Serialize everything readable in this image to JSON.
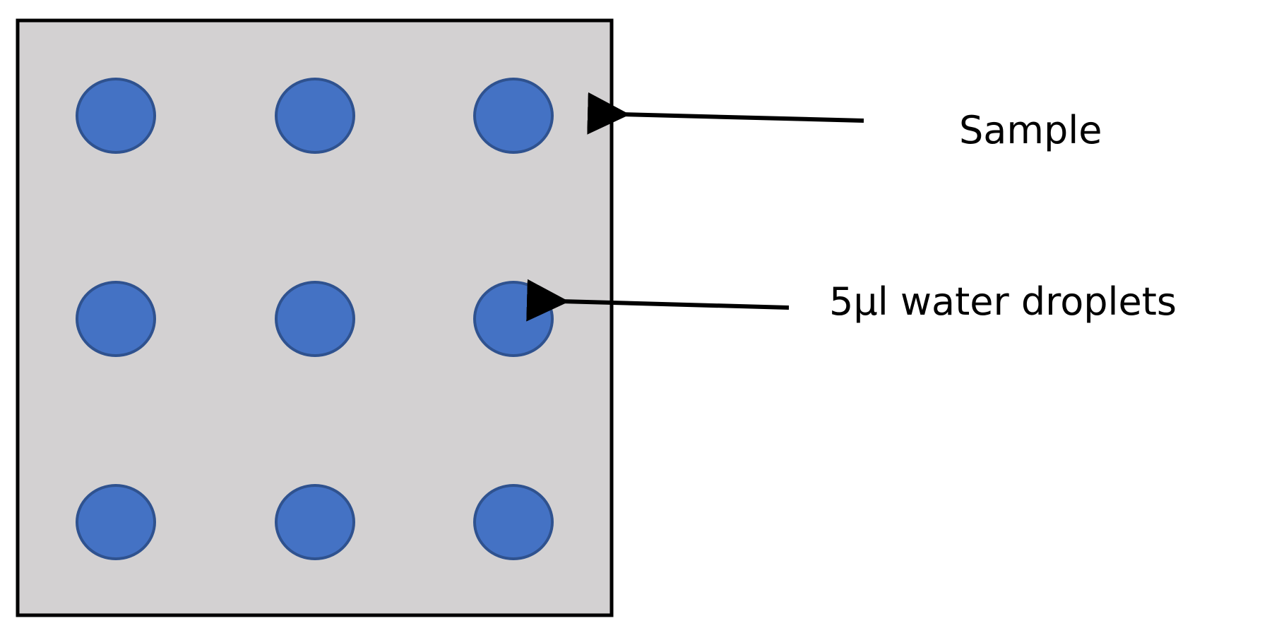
{
  "labels": {
    "sample": "Sample",
    "droplets": "5µl water droplets"
  },
  "grid": {
    "rows": 3,
    "columns": 3
  },
  "colors": {
    "sample_fill": "#d3d1d2",
    "sample_border": "#000000",
    "droplet_fill": "#4472c4",
    "droplet_border": "#2f528f",
    "arrow": "#000000"
  }
}
